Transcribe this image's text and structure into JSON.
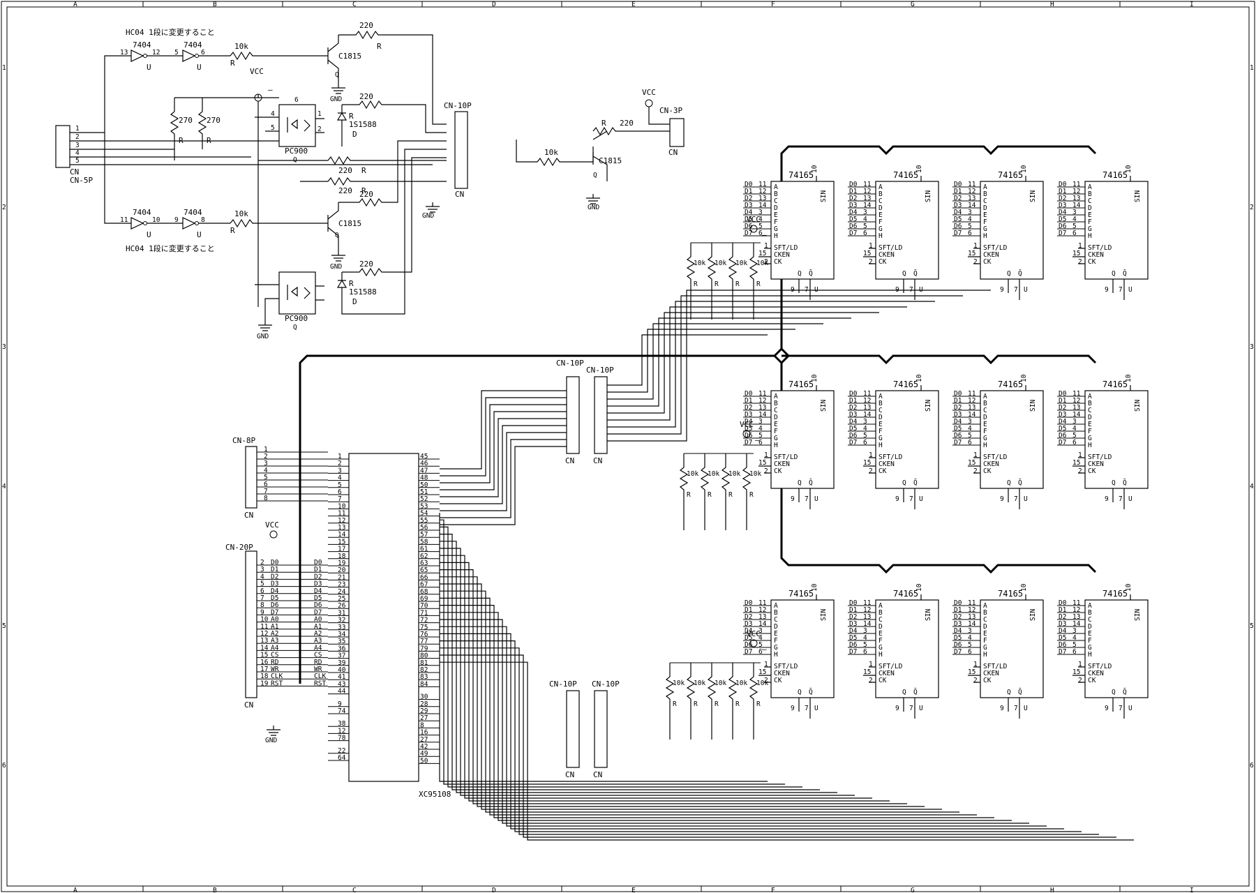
{
  "frame": {
    "columns": [
      "A",
      "B",
      "C",
      "D",
      "E",
      "F",
      "G",
      "H",
      "I"
    ],
    "rows": [
      "1",
      "2",
      "3",
      "4",
      "5",
      "6"
    ]
  },
  "labels": {
    "vcc": "VCC",
    "gnd": "GND",
    "cn": "CN",
    "r": "R",
    "q": "Q",
    "d": "D",
    "u": "U",
    "transistor": "C1815",
    "diode": "1S1588",
    "photocoupler": "PC900",
    "inverter": "7404",
    "hc04_note": "HC04 1段に変更すること",
    "r220": "220",
    "r270": "270",
    "r10k": "10k",
    "minus": "–"
  },
  "connectors": {
    "cn5p": "CN-5P",
    "cn10p": "CN-10P",
    "cn3p": "CN-3P",
    "cn8p": "CN-8P",
    "cn20p": "CN-20P"
  },
  "fpga": {
    "name": "XC95108",
    "left_pins": [
      "1",
      "2",
      "3",
      "4",
      "5",
      "6",
      "7",
      "10",
      "11",
      "12",
      "13",
      "14",
      "15",
      "17",
      "18",
      "19",
      "20",
      "21",
      "23",
      "24",
      "25",
      "26",
      "31",
      "32",
      "33",
      "34",
      "35",
      "36",
      "37",
      "39",
      "40",
      "41",
      "43",
      "44",
      "9",
      "74",
      "38",
      "12",
      "78",
      "22",
      "64"
    ],
    "right_pins": [
      "45",
      "46",
      "47",
      "48",
      "50",
      "51",
      "52",
      "53",
      "54",
      "55",
      "56",
      "57",
      "58",
      "61",
      "62",
      "63",
      "65",
      "66",
      "67",
      "68",
      "69",
      "70",
      "71",
      "72",
      "75",
      "76",
      "77",
      "79",
      "80",
      "81",
      "82",
      "83",
      "84",
      "30",
      "28",
      "29",
      "27",
      "8",
      "16",
      "27",
      "42",
      "49",
      "50"
    ]
  },
  "cn20p_signals": [
    "D0",
    "D1",
    "D2",
    "D3",
    "D4",
    "D5",
    "D6",
    "D7",
    "A0",
    "A1",
    "A2",
    "A3",
    "A4",
    "CS",
    "RD",
    "WR",
    "CLK",
    "RST"
  ],
  "shift_register": {
    "part": "74165",
    "data_inputs": [
      "D0",
      "D1",
      "D2",
      "D3",
      "D4",
      "D5",
      "D6",
      "D7"
    ],
    "data_pins": [
      "11",
      "12",
      "13",
      "14",
      "3",
      "4",
      "5",
      "6"
    ],
    "letters": [
      "A",
      "B",
      "C",
      "D",
      "E",
      "F",
      "G",
      "H"
    ],
    "sin": "SIN",
    "sin_pin": "10",
    "sft_ld": "SFT/LD",
    "cken": "CKEN",
    "ck": "CK",
    "q": "Q",
    "qbar": "Q̄",
    "pins": {
      "sft": "1",
      "cken": "15",
      "ck": "2",
      "q": "9",
      "qbar": "7"
    }
  }
}
